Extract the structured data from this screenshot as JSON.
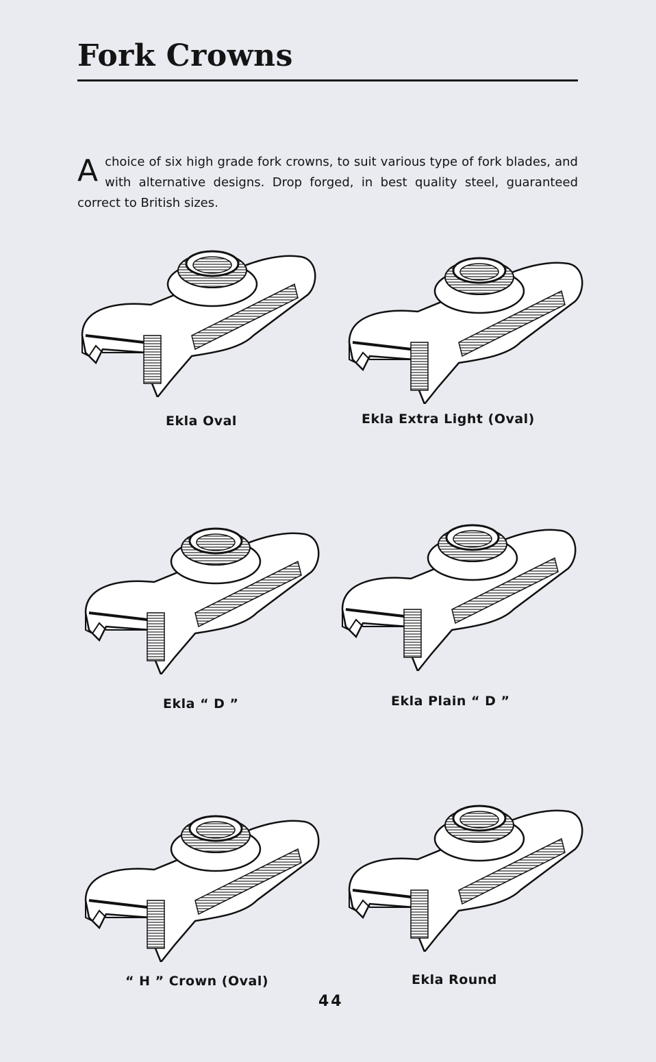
{
  "page": {
    "title": "Fork Crowns",
    "intro_dropcap": "A",
    "intro_text": "choice of six high grade fork crowns, to suit various type of fork blades, and with alternative designs.  Drop forged, in best quality steel, guaranteed correct to British sizes.",
    "page_number": "44"
  },
  "figures": [
    {
      "caption": "Ekla Oval"
    },
    {
      "caption": "Ekla Extra Light (Oval)"
    },
    {
      "caption": "Ekla “ D ”"
    },
    {
      "caption": "Ekla Plain “ D ”"
    },
    {
      "caption": "“ H ” Crown (Oval)"
    },
    {
      "caption": "Ekla Round"
    }
  ]
}
